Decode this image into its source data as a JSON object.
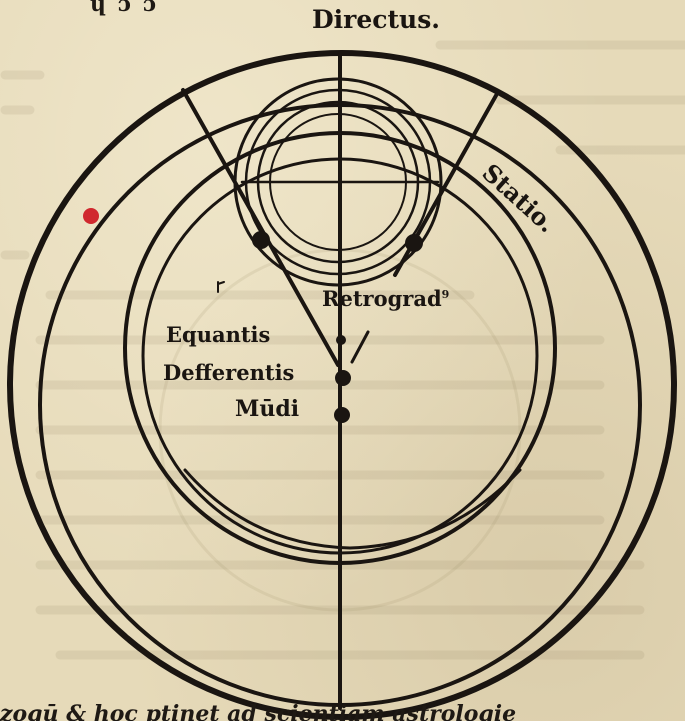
{
  "labels": {
    "directus": "Directus.",
    "statio": "Statio.",
    "retrogradus": "Retrograd",
    "retro_sup": "9",
    "equantis": "Equantis",
    "defferentis": "Defferentis",
    "mundi": "Mūdi"
  },
  "fragments": {
    "top": "ɥ             ɔ        ɔ",
    "bottom": "zogū & hoc ptinet ad scientiam astrologie"
  },
  "colors": {
    "ink": "#1a1511",
    "paper": "#e6dab9",
    "red_mark": "#d0282e"
  }
}
